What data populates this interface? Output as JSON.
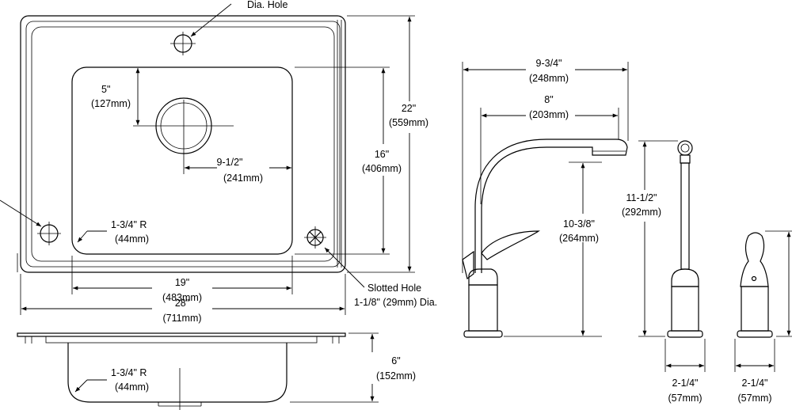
{
  "callouts": {
    "dia_hole": "Dia. Hole",
    "slotted_hole_line1": "Slotted Hole",
    "slotted_hole_line2": "1-1/8\" (29mm) Dia."
  },
  "sink_top": {
    "drain_offset": {
      "in": "5\"",
      "mm": "(127mm)"
    },
    "drain_to_side": {
      "in": "9-1/2\"",
      "mm": "(241mm)"
    },
    "bowl_length": {
      "in": "16\"",
      "mm": "(406mm)"
    },
    "overall_length": {
      "in": "22\"",
      "mm": "(559mm)"
    },
    "corner_radius": {
      "in": "1-3/4\" R",
      "mm": "(44mm)"
    },
    "bowl_width": {
      "in": "19\"",
      "mm": "(483mm)"
    },
    "overall_width": {
      "in": "28\"",
      "mm": "(711mm)"
    }
  },
  "sink_side": {
    "corner_radius": {
      "in": "1-3/4\" R",
      "mm": "(44mm)"
    },
    "depth": {
      "in": "6\"",
      "mm": "(152mm)"
    }
  },
  "faucet": {
    "reach_overall": {
      "in": "9-3/4\"",
      "mm": "(248mm)"
    },
    "reach_spout": {
      "in": "8\"",
      "mm": "(203mm)"
    },
    "spout_height": {
      "in": "10-3/8\"",
      "mm": "(264mm)"
    },
    "sprayer_height": {
      "in": "11-1/2\"",
      "mm": "(292mm)"
    },
    "sprayer_base": {
      "in": "2-1/4\"",
      "mm": "(57mm)"
    },
    "handle_base": {
      "in": "2-1/4\"",
      "mm": "(57mm)"
    }
  }
}
